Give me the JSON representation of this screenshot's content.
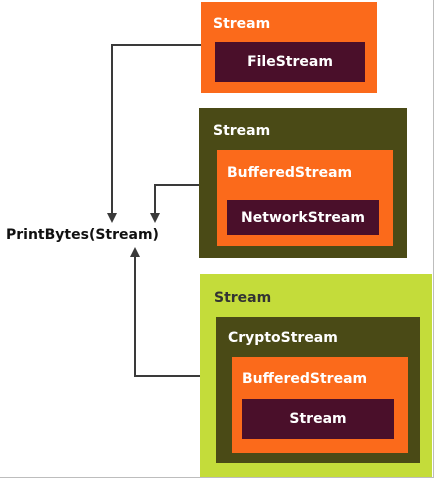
{
  "colors": {
    "orange": "#fb6a1b",
    "dark_maroon": "#4a0f2a",
    "olive": "#4a4a16",
    "lime": "#c4dc3a",
    "white_text": "#ffffff",
    "arrow": "#3a3a3a"
  },
  "function_label": "PrintBytes(Stream)",
  "diagram": {
    "group1": {
      "outer_label": "Stream",
      "inner_label": "FileStream"
    },
    "group2": {
      "outer_label": "Stream",
      "middle_label": "BufferedStream",
      "inner_label": "NetworkStream"
    },
    "group3": {
      "outer_label": "Stream",
      "second_label": "CryptoStream",
      "third_label": "BufferedStream",
      "inner_label": "Stream"
    }
  }
}
